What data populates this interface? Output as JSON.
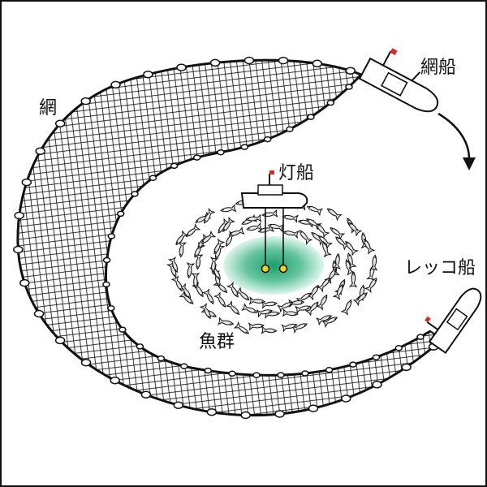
{
  "labels": {
    "net": "網",
    "net_boat": "網船",
    "light_boat": "灯船",
    "lekko_boat": "レッコ船",
    "fish_school": "魚群"
  },
  "colors": {
    "frame": "#111111",
    "background": "#ffffff",
    "net_line": "#111111",
    "float": "#ffffff",
    "light_core": "#1f9e6e",
    "light_glow": "#bfeedd",
    "lamp": "#f2d21c",
    "flag": "#d22b2b",
    "fish_fill": "#e6e6e6"
  },
  "icons": {
    "net": "net-mesh",
    "arrow": "curved-arrow-down-icon",
    "flag": "flag-icon",
    "lamp": "underwater-lamp-icon",
    "fish": "fish-icon"
  }
}
